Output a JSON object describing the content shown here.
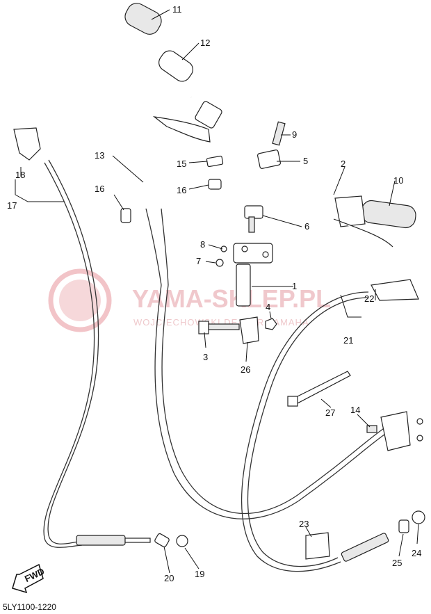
{
  "diagram_code": "5LY1100-1220",
  "fwd_label": "FWD",
  "watermark": {
    "title": "YAMA-SKLEP.PL",
    "subtitle": "WOJCIECHOWSKI DEALER YAMAHA"
  },
  "callouts": [
    {
      "id": "1",
      "label": "1"
    },
    {
      "id": "2",
      "label": "2"
    },
    {
      "id": "3",
      "label": "3"
    },
    {
      "id": "4",
      "label": "4"
    },
    {
      "id": "5",
      "label": "5"
    },
    {
      "id": "6",
      "label": "6"
    },
    {
      "id": "7",
      "label": "7"
    },
    {
      "id": "8",
      "label": "8"
    },
    {
      "id": "9",
      "label": "9"
    },
    {
      "id": "10",
      "label": "10"
    },
    {
      "id": "11",
      "label": "11"
    },
    {
      "id": "12",
      "label": "12"
    },
    {
      "id": "13",
      "label": "13"
    },
    {
      "id": "14",
      "label": "14"
    },
    {
      "id": "15",
      "label": "15"
    },
    {
      "id": "16a",
      "label": "16"
    },
    {
      "id": "16b",
      "label": "16"
    },
    {
      "id": "17",
      "label": "17"
    },
    {
      "id": "18",
      "label": "18"
    },
    {
      "id": "19",
      "label": "19"
    },
    {
      "id": "20",
      "label": "20"
    },
    {
      "id": "21",
      "label": "21"
    },
    {
      "id": "22",
      "label": "22"
    },
    {
      "id": "23",
      "label": "23"
    },
    {
      "id": "24",
      "label": "24"
    },
    {
      "id": "25",
      "label": "25"
    },
    {
      "id": "26",
      "label": "26"
    },
    {
      "id": "27",
      "label": "27"
    }
  ]
}
